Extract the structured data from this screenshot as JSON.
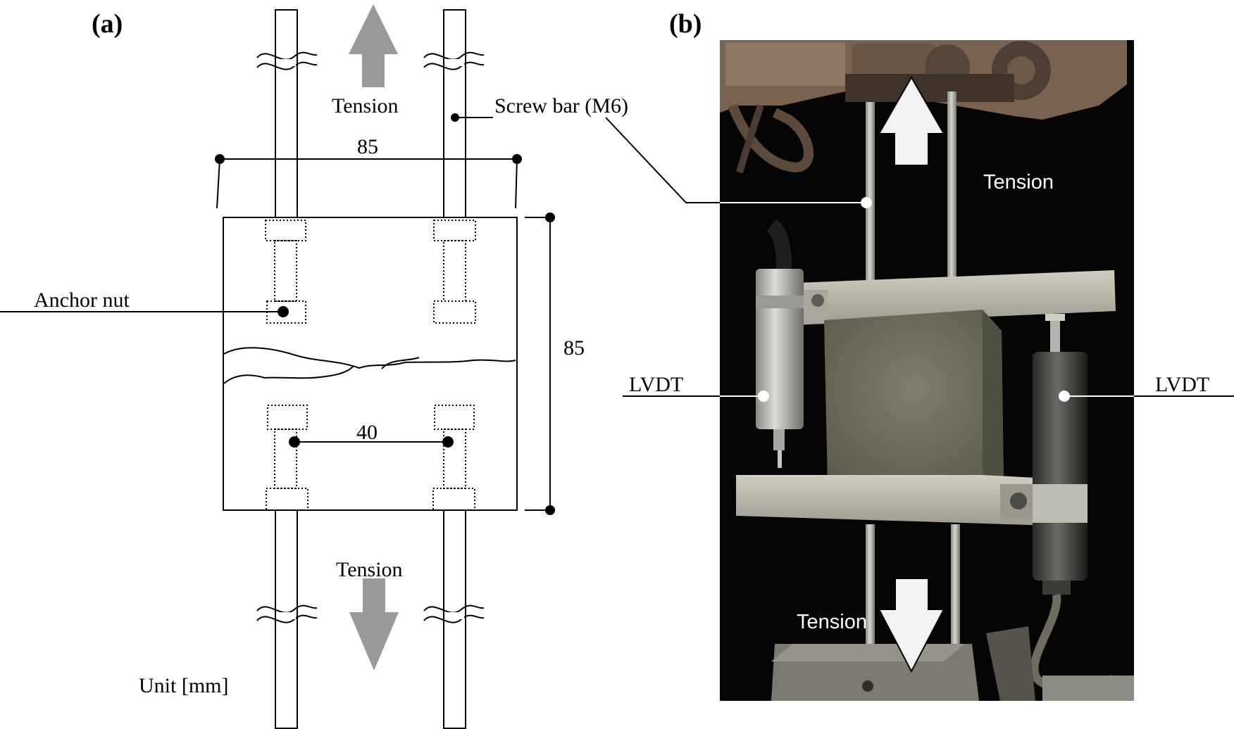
{
  "panel_a": {
    "label": "(a)",
    "tension_top": "Tension",
    "tension_bottom": "Tension",
    "screw_bar_label": "Screw bar (M6)",
    "width_dim": "85",
    "height_dim": "85",
    "spacing_dim": "40",
    "anchor_nut_label": "Anchor nut",
    "unit_label": "Unit [mm]"
  },
  "panel_b": {
    "label": "(b)",
    "tension_top": "Tension",
    "tension_bottom": "Tension",
    "lvdt_left": "LVDT",
    "lvdt_right": "LVDT"
  },
  "colors": {
    "arrow_gray": "#999999",
    "photo_background": "#050505",
    "specimen": "#6f6e5e",
    "aluminium_plate": "#b4b1a6",
    "line": "#000000",
    "callout_white": "#ffffff"
  }
}
